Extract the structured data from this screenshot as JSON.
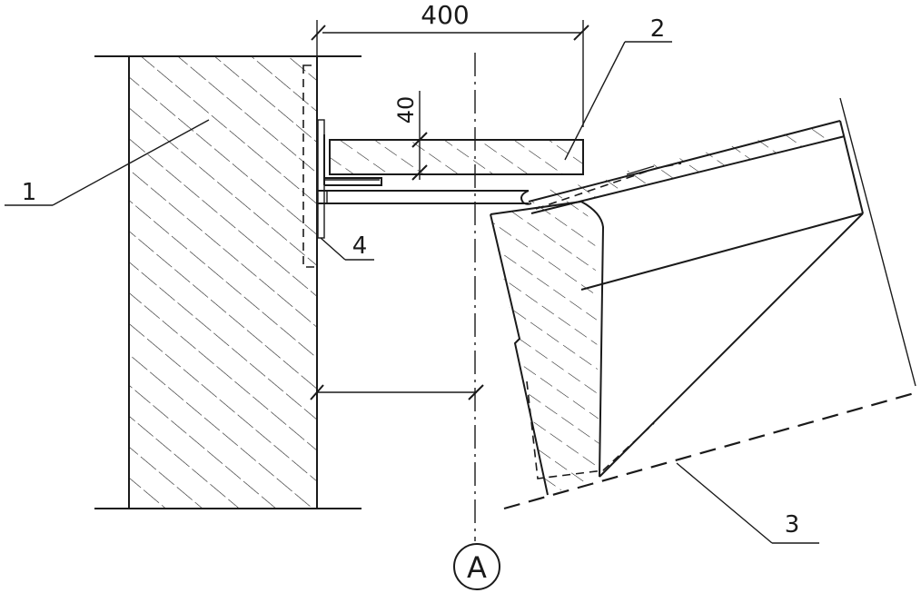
{
  "dimensions": {
    "width_label": "400",
    "thickness_label": "40"
  },
  "labels": {
    "wall": "1",
    "slab": "2",
    "slope_line": "3",
    "bracket": "4",
    "axis": "A"
  }
}
